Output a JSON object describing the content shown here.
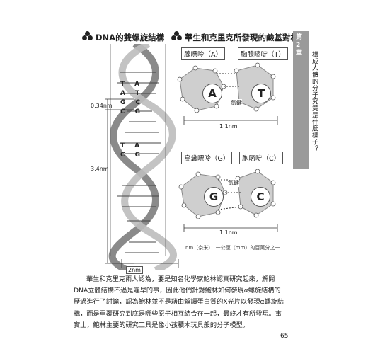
{
  "left_figure": {
    "title": "DNA的雙螺旋結構",
    "dim_pitch": "0.34nm",
    "dim_turn": "3.4nm",
    "dim_width": "2nm",
    "base_pairs": [
      [
        "T",
        "A"
      ],
      [
        "A",
        "T"
      ],
      [
        "G",
        "C"
      ],
      [
        "C",
        "G"
      ],
      [
        "T",
        "A"
      ],
      [
        "C",
        "G"
      ]
    ]
  },
  "right_figure": {
    "title": "華生和克里克所發現的鹼基對構造",
    "pair1": {
      "label_left": "腺嘌呤（A）",
      "label_right": "胸腺嘧啶（T）",
      "letter_left": "A",
      "letter_right": "T",
      "bond_label": "氫鍵",
      "width_label": "1.1nm"
    },
    "pair2": {
      "label_left": "鳥糞嘌呤（G）",
      "label_right": "胞嘧啶（C）",
      "letter_left": "G",
      "letter_right": "C",
      "bond_label": "氫鍵",
      "width_label": "1.1nm"
    },
    "footnote": "nm（奈米）：一公厘（mm）的百萬分之一"
  },
  "chapter_tab": {
    "label": "第2章",
    "subtitle": "構成人體的分子究竟是什麼樣子？"
  },
  "body": {
    "lines": [
      "華生和克里克兩人認為，要是知名化學家鮑林認真研究起來，解閱",
      "DNA立體結構不過是遲早的事，因此他們針對鮑林如何發現α螺旋結構的",
      "歷過進行了討論，認為鮑林並不是藉由解讀蛋白質的X光片以發現α螺旋結",
      "構，而是重覆研究到底是哪些原子相互結合在一起，最終才有所發現。事",
      "實上，鮑林主要的研究工具是像小孩積木玩具般的分子模型。"
    ]
  },
  "page_number": "65"
}
